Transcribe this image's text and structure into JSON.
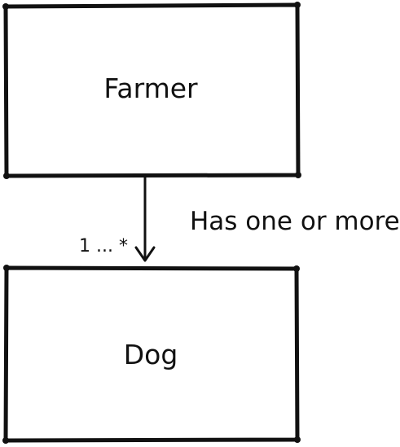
{
  "diagram": {
    "source_entity": "Farmer",
    "target_entity": "Dog",
    "relationship_label": "Has one or more",
    "multiplicity": "1 ... *"
  }
}
